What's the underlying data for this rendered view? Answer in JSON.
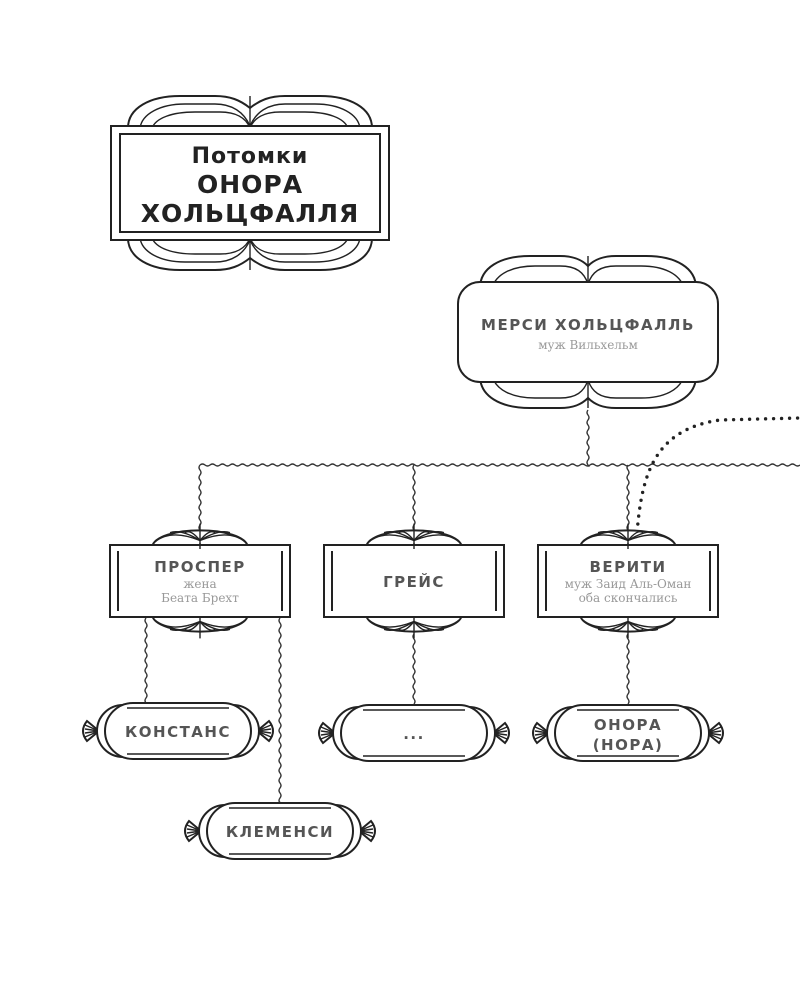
{
  "title": {
    "line1": "Потомки",
    "line2": "ОНОРА",
    "line3": "ХОЛЬЦФАЛЛЯ"
  },
  "root": {
    "name": "МЕРСИ ХОЛЬЦФАЛЛЬ",
    "note": "муж Вильхельм"
  },
  "children": [
    {
      "name": "ПРОСПЕР",
      "note_lines": [
        "жена",
        "Беата Брехт"
      ]
    },
    {
      "name": "ГРЕЙС",
      "note_lines": []
    },
    {
      "name": "ВЕРИТИ",
      "note_lines": [
        "муж Заид Аль-Оман",
        "оба скончались"
      ]
    }
  ],
  "grandchildren": [
    {
      "name": "КОНСТАНС",
      "parent": "ПРОСПЕР"
    },
    {
      "name": "КЛЕМЕНСИ",
      "parent": "ПРОСПЕР"
    },
    {
      "name": "...",
      "parent": "ГРЕЙС"
    },
    {
      "name_lines": [
        "ОНОРА",
        "(НОРА)"
      ],
      "parent": "ВЕРИТИ"
    }
  ],
  "colors": {
    "line": "#222222",
    "name_text": "#555555",
    "note_text": "#999999",
    "background": "#ffffff"
  }
}
